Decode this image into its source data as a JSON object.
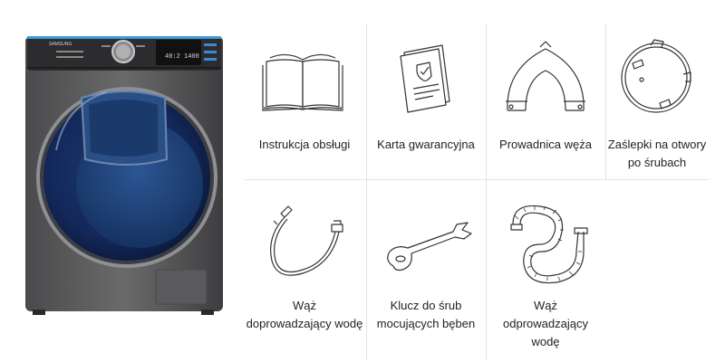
{
  "product": {
    "brand": "SAMSUNG",
    "display_text": "40:2 1400"
  },
  "accessories": [
    {
      "label": "Instrukcja obsługi",
      "icon": "manual-book-icon"
    },
    {
      "label": "Karta gwarancyjna",
      "icon": "warranty-card-icon"
    },
    {
      "label": "Prowadnica węża",
      "icon": "hose-guide-icon"
    },
    {
      "label_line1": "Zaślepki na otwory",
      "label_line2": "po śrubach",
      "icon": "hole-cap-icon"
    },
    {
      "label_line1": "Wąż",
      "label_line2": "doprowadzający wodę",
      "icon": "inlet-hose-icon"
    },
    {
      "label_line1": "Klucz do śrub",
      "label_line2": "mocujących bęben",
      "icon": "spanner-icon"
    },
    {
      "label_line1": "Wąż",
      "label_line2": "odprowadzający",
      "label_line3": "wodę",
      "icon": "drain-hose-icon"
    }
  ]
}
